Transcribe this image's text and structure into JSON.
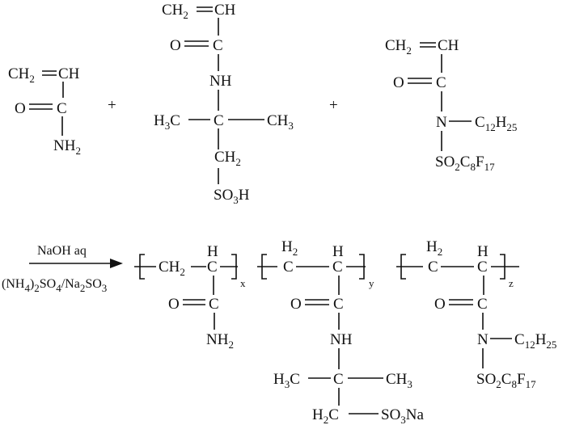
{
  "monomers": {
    "acrylamide": {
      "ch2": "CH",
      "ch2_sub": "2",
      "ch": "CH",
      "oxygen": "O",
      "carbon": "C",
      "nh2": "NH",
      "nh2_sub": "2"
    },
    "amps": {
      "ch2": "CH",
      "ch2_sub": "2",
      "ch": "CH",
      "oxygen": "O",
      "carbon": "C",
      "nh": "NH",
      "h3c_left": "H",
      "h3c_left_sub": "3",
      "h3c_left_c": "C",
      "center_c": "C",
      "ch3_right": "CH",
      "ch3_right_sub": "3",
      "ch2_lower": "CH",
      "ch2_lower_sub": "2",
      "so3h": "SO",
      "so3h_sub": "3",
      "so3h_h": "H"
    },
    "fluoro": {
      "ch2": "CH",
      "ch2_sub": "2",
      "ch": "CH",
      "oxygen": "O",
      "carbon": "C",
      "nitrogen": "N",
      "alkyl_c": "C",
      "alkyl_c_sub": "12",
      "alkyl_h": "H",
      "alkyl_h_sub": "25",
      "sulfonyl_so": "SO",
      "sulfonyl_so_sub": "2",
      "sulfonyl_c": "C",
      "sulfonyl_c_sub": "8",
      "sulfonyl_f": "F",
      "sulfonyl_f_sub": "17"
    }
  },
  "plus_signs": [
    "+",
    "+"
  ],
  "reaction": {
    "reagent_above": "NaOH aq",
    "reagent_below_open": "(NH",
    "reagent_below_sub1": "4",
    "reagent_below_mid": ")",
    "reagent_below_sub2": "2",
    "reagent_below_so4": "SO",
    "reagent_below_sub3": "4",
    "reagent_below_na": "/Na",
    "reagent_below_sub4": "2",
    "reagent_below_so3": "SO",
    "reagent_below_sub5": "3"
  },
  "polymer": {
    "unit_x": {
      "ch2": "CH",
      "ch2_sub": "2",
      "h": "H",
      "c": "C",
      "subscript": "x",
      "oxygen": "O",
      "carbonyl_c": "C",
      "nh2": "NH",
      "nh2_sub": "2"
    },
    "unit_y": {
      "h2": "H",
      "h2_sub": "2",
      "c1": "C",
      "h": "H",
      "c2": "C",
      "subscript": "y",
      "oxygen": "O",
      "carbonyl_c": "C",
      "nh": "NH",
      "h3c_left": "H",
      "h3c_left_sub": "3",
      "h3c_left_c": "C",
      "center_c": "C",
      "ch3_right": "CH",
      "ch3_right_sub": "3",
      "h2c": "H",
      "h2c_sub": "2",
      "h2c_c": "C",
      "so3na": "SO",
      "so3na_sub": "3",
      "so3na_na": "Na"
    },
    "unit_z": {
      "h2": "H",
      "h2_sub": "2",
      "c1": "C",
      "h": "H",
      "c2": "C",
      "subscript": "z",
      "oxygen": "O",
      "carbonyl_c": "C",
      "nitrogen": "N",
      "alkyl_c": "C",
      "alkyl_c_sub": "12",
      "alkyl_h": "H",
      "alkyl_h_sub": "25",
      "sulfonyl_so": "SO",
      "sulfonyl_so_sub": "2",
      "sulfonyl_c": "C",
      "sulfonyl_c_sub": "8",
      "sulfonyl_f": "F",
      "sulfonyl_f_sub": "17"
    }
  }
}
